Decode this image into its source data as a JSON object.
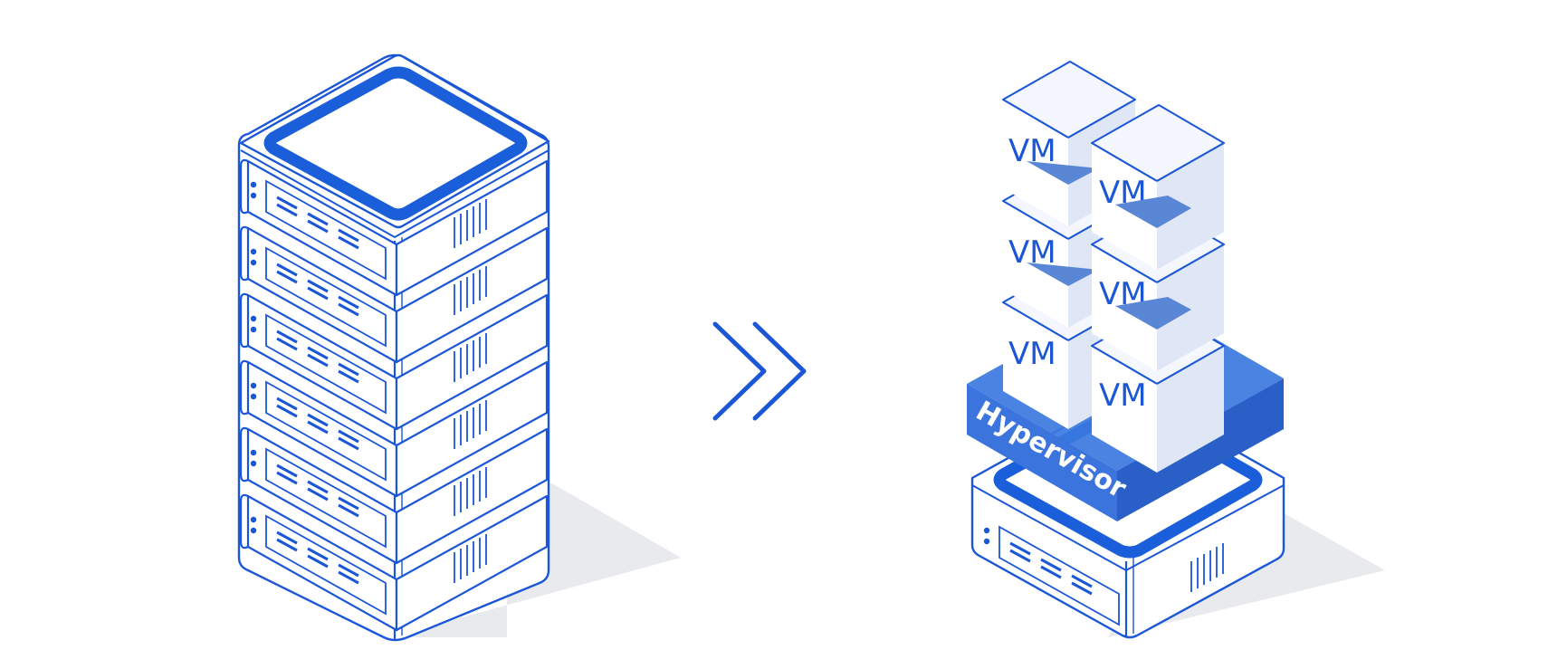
{
  "colors": {
    "stroke": "#1a56d6",
    "accent": "#1a5fd9",
    "hypervisor_top": "#3b78e0",
    "hypervisor_side": "#2a5fc8",
    "vm_face": "#ffffff",
    "vm_face_shade": "#e9eefb",
    "vm_side": "#dfe6f5",
    "shadow": "#e8eaee",
    "background": "#ffffff"
  },
  "physical_server": {
    "unit_count": 6
  },
  "arrow": {
    "icon": "double-chevron-right-icon"
  },
  "virtualized_server": {
    "hypervisor_label": "Hypervisor",
    "vms": [
      {
        "label": "VM"
      },
      {
        "label": "VM"
      },
      {
        "label": "VM"
      },
      {
        "label": "VM"
      },
      {
        "label": "VM"
      },
      {
        "label": "VM"
      }
    ]
  }
}
